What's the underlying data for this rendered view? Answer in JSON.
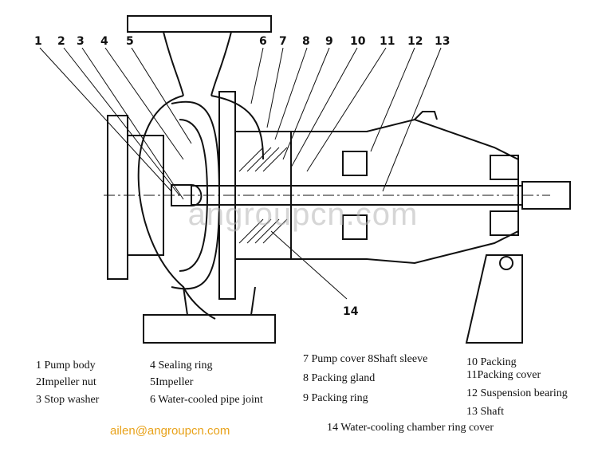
{
  "callouts": [
    "1",
    "2",
    "3",
    "4",
    "5",
    "6",
    "7",
    "8",
    "9",
    "10",
    "11",
    "12",
    "13",
    "14"
  ],
  "legend": {
    "col1": [
      "1 Pump body",
      "2Impeller nut",
      "3 Stop washer"
    ],
    "col2": [
      "4 Sealing ring",
      "5Impeller",
      "6 Water-cooled pipe joint"
    ],
    "col3": [
      "7 Pump cover 8Shaft sleeve",
      "8 Packing gland",
      "9 Packing ring"
    ],
    "col4": [
      "10 Packing",
      "11Packing cover",
      "12 Suspension bearing",
      "13 Shaft"
    ],
    "bottom": "14 Water-cooling chamber ring cover"
  },
  "watermark": "angroupcn.com",
  "email": "ailen@angroupcn.com",
  "colors": {
    "line": "#111111",
    "email": "#e8a21a",
    "watermark": "#b4b4b4"
  }
}
